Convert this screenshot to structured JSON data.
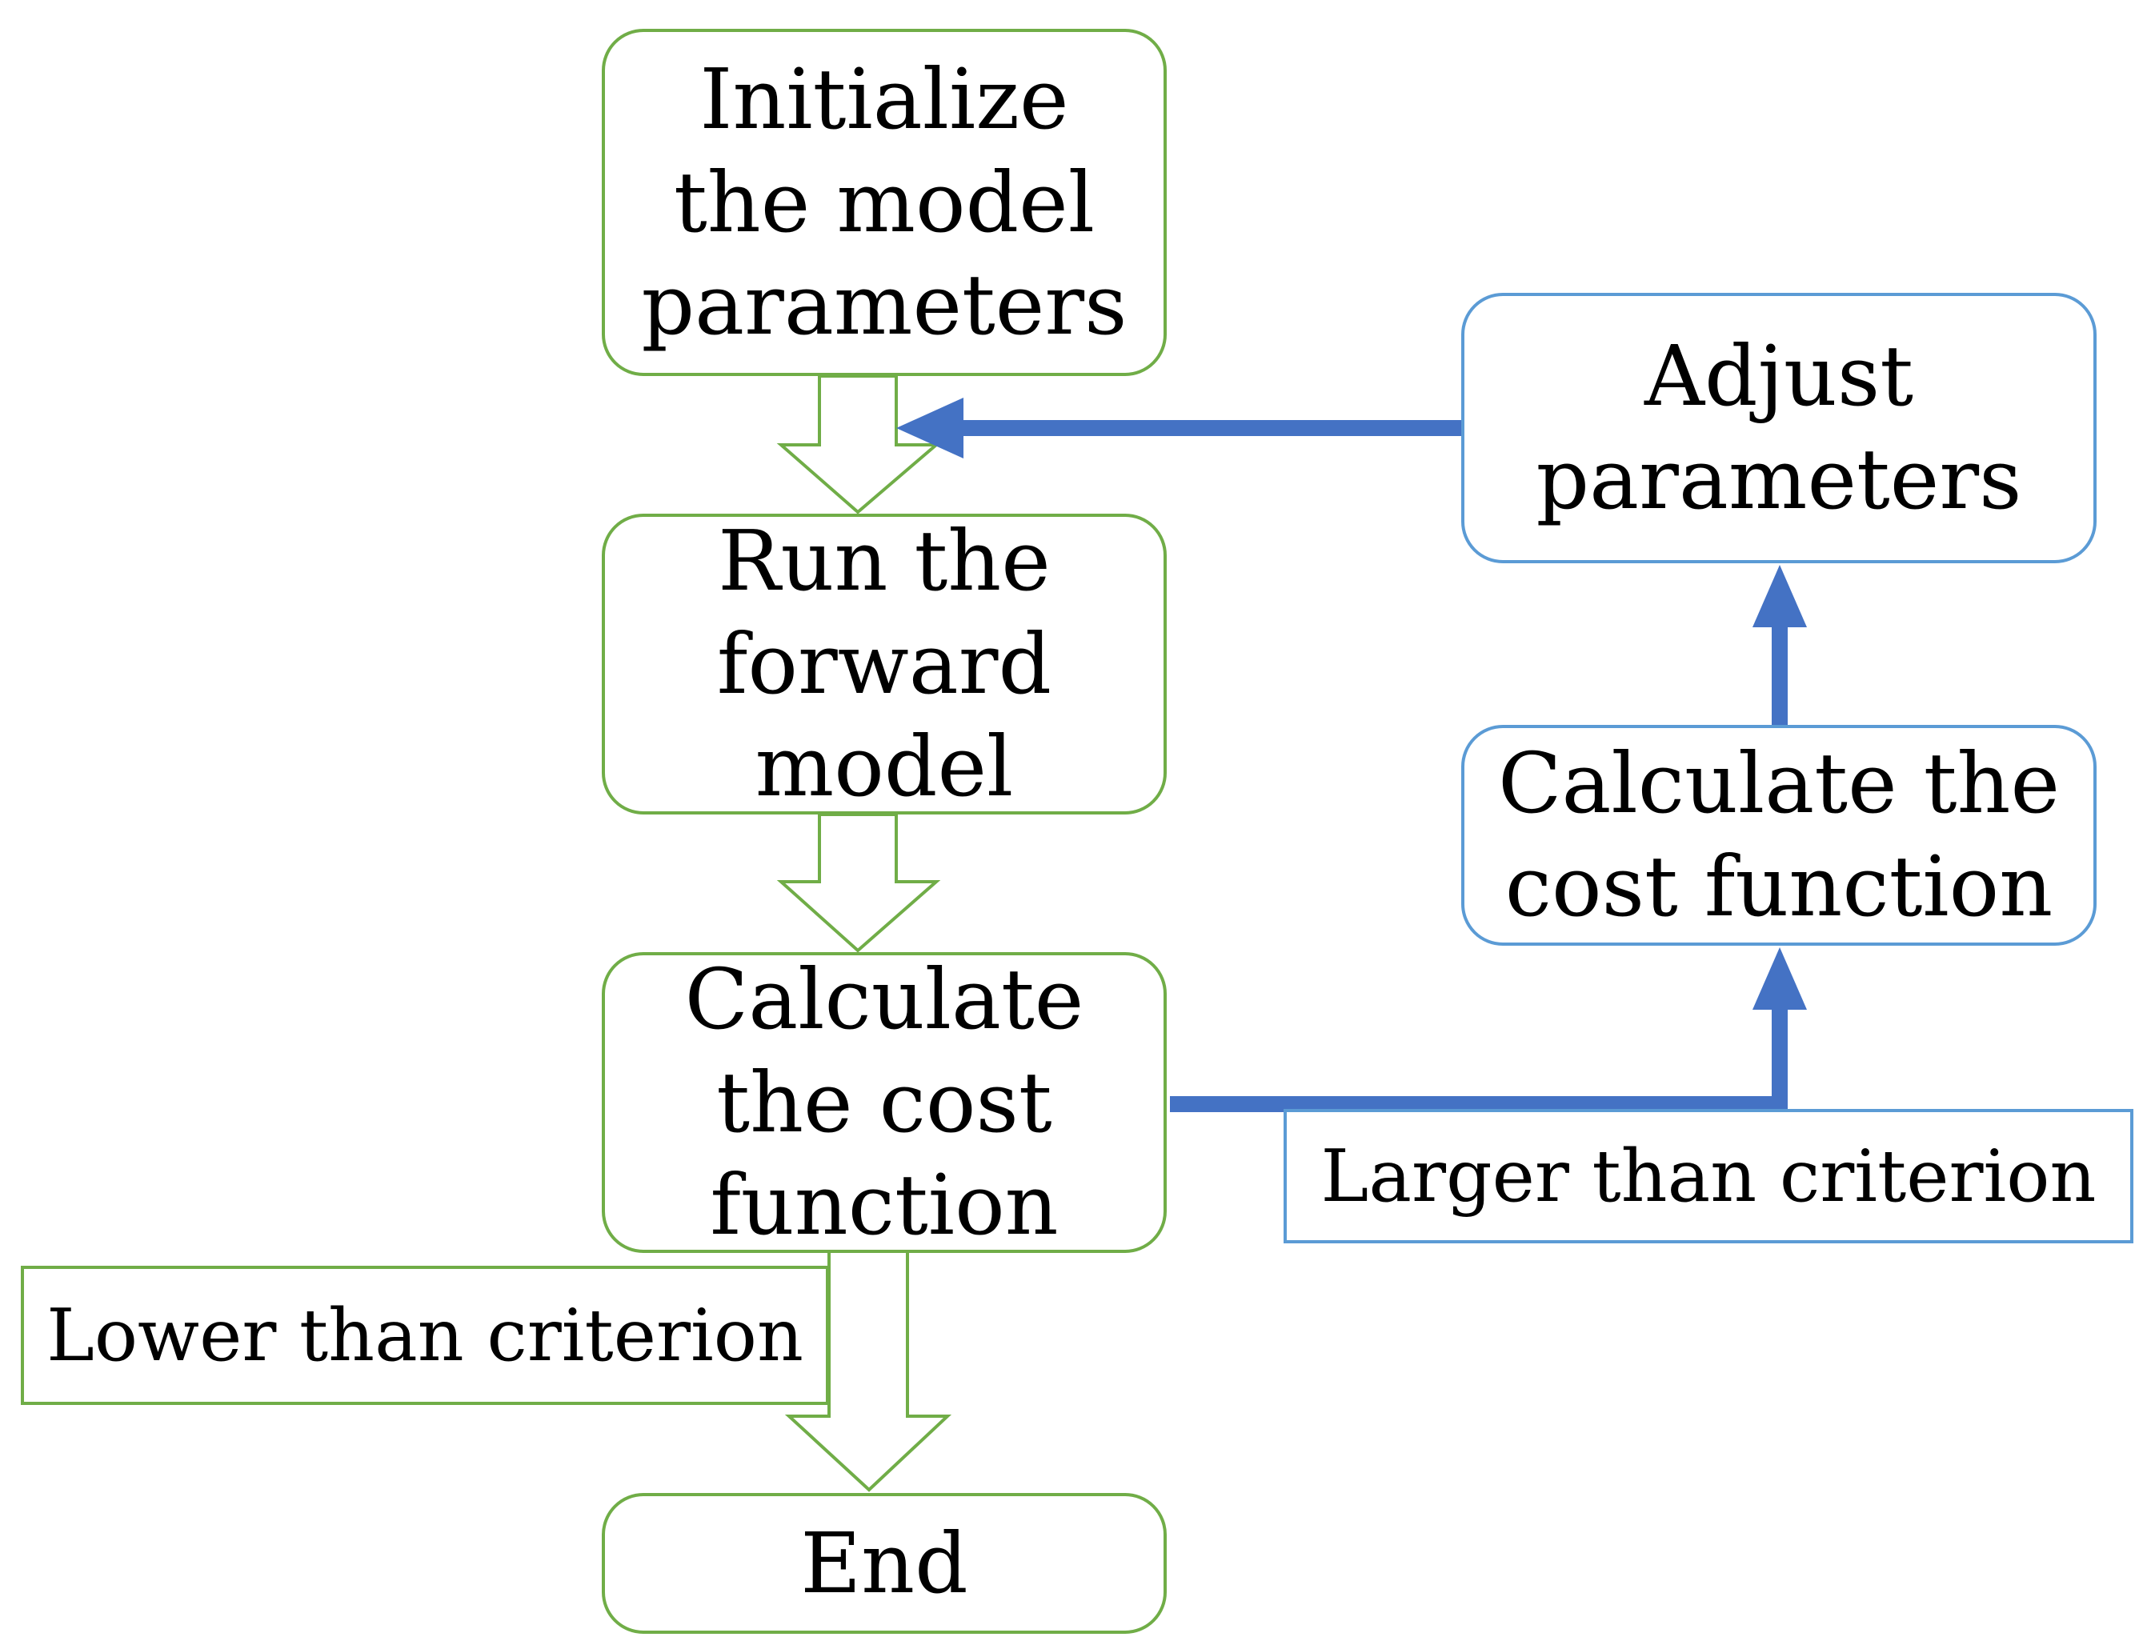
{
  "nodes": {
    "initialize": "Initialize\nthe model\nparameters",
    "run_forward": "Run the\nforward\nmodel",
    "calc_cost_main": "Calculate\nthe cost\nfunction",
    "end": "End",
    "calc_cost_loop": "Calculate the\ncost function",
    "adjust": "Adjust\nparameters"
  },
  "labels": {
    "lower": "Lower than criterion",
    "larger": "Larger than criterion"
  },
  "colors": {
    "main_flow": "#70ad47",
    "loop_flow": "#5b9bd5",
    "loop_arrow": "#4472c4"
  }
}
